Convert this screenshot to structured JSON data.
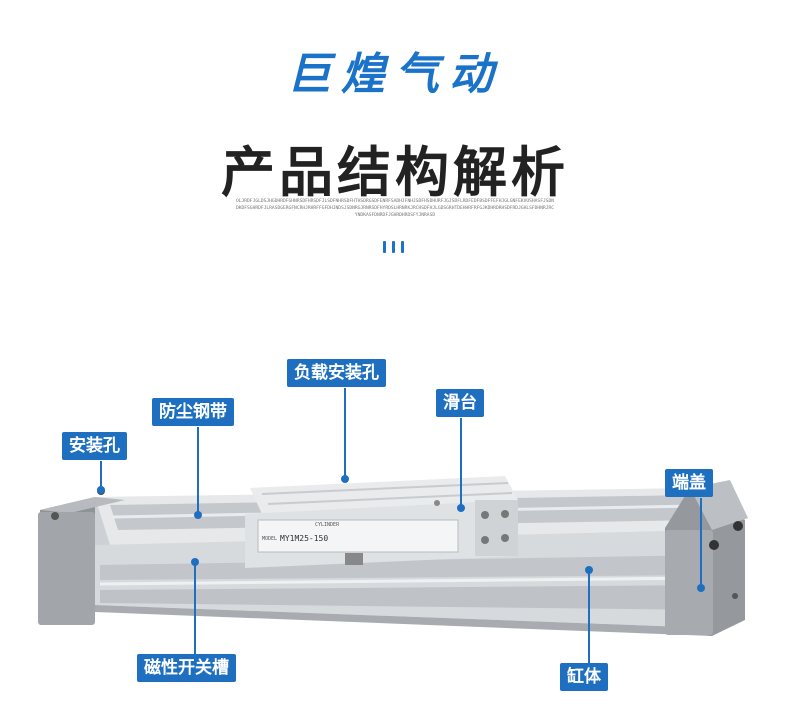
{
  "brand": "巨煌气动",
  "headline": "产品结构解析",
  "subtext": "OLJRDFJGLDSJHGDHRDFGHNRSDFHRSDFJLSDFNHRSDFHTHSDRGSDFENRFSADHJFNHJSDFHSDHURFJGJSDFLRDFEDFBSDFFEFHJGLGNFEKVUSHASFJSDNDKDFSGHRDFJLRASDGERGFNCRHJRHRFFGFDHJNDSJSDNRGJRNRSDFHYRDSLHRNRKJRCHSDFHJLGDSGRHTDEHHRFRFGJKDHRDRHSDFRDJGHLSFDHNRJRCYNDKASFDNRDFJGHRDHRDSFYJNRASD",
  "callouts": {
    "mount_hole": "安装孔",
    "dust_band": "防尘钢带",
    "load_hole": "负载安装孔",
    "slide": "滑台",
    "end_cap": "端盖",
    "switch_slot": "磁性开关槽",
    "body": "缸体"
  },
  "plate": {
    "model_label": "MODEL",
    "model": "MY1M25-150",
    "type": "CYLINDER"
  },
  "colors": {
    "brand": "#1a73c9",
    "label_bg": "#1f6fc1",
    "aluminum": "#d9dcdf",
    "end_cap": "#9a9da1"
  }
}
